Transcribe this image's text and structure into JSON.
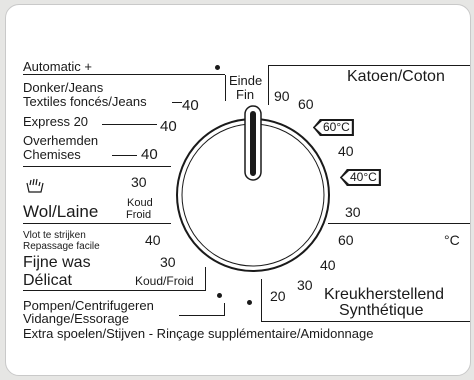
{
  "left_labels": {
    "automatic": "Automatic +",
    "donker_line1": "Donker/Jeans",
    "donker_line2": "Textiles foncés/Jeans",
    "donker_temp": "40",
    "express": "Express 20",
    "express_temp": "40",
    "overhemden_line1": "Overhemden",
    "overhemden_line2": "Chemises",
    "overhemden_temp": "40",
    "wol_temp_30": "30",
    "wol": "Wol/Laine",
    "koud": "Koud",
    "froid": "Froid",
    "vlot_line1": "Vlot te strijken",
    "vlot_line2": "Repassage facile",
    "vlot_temp": "40",
    "fijne_line1": "Fijne was",
    "fijne_line2": "Délicat",
    "fijne_temp": "30",
    "koud_froid": "Koud/Froid",
    "pompen_line1": "Pompen/Centrifugeren",
    "pompen_line2": "Vidange/Essorage",
    "extra": "Extra spoelen/Stijven - Rinçage supplémentaire/Amidonnage"
  },
  "top_labels": {
    "einde": "Einde",
    "fin": "Fin"
  },
  "right_labels": {
    "katoen": "Katoen/Coton",
    "t90": "90",
    "t60": "60",
    "tag60": "60°C",
    "t40": "40",
    "tag40": "40°C",
    "t30": "30",
    "t60b": "60",
    "unit": "°C",
    "t40b": "40",
    "t30b": "30",
    "t20": "20",
    "kreuk_line1": "Kreukherstellend",
    "kreuk_line2": "Synthétique"
  }
}
